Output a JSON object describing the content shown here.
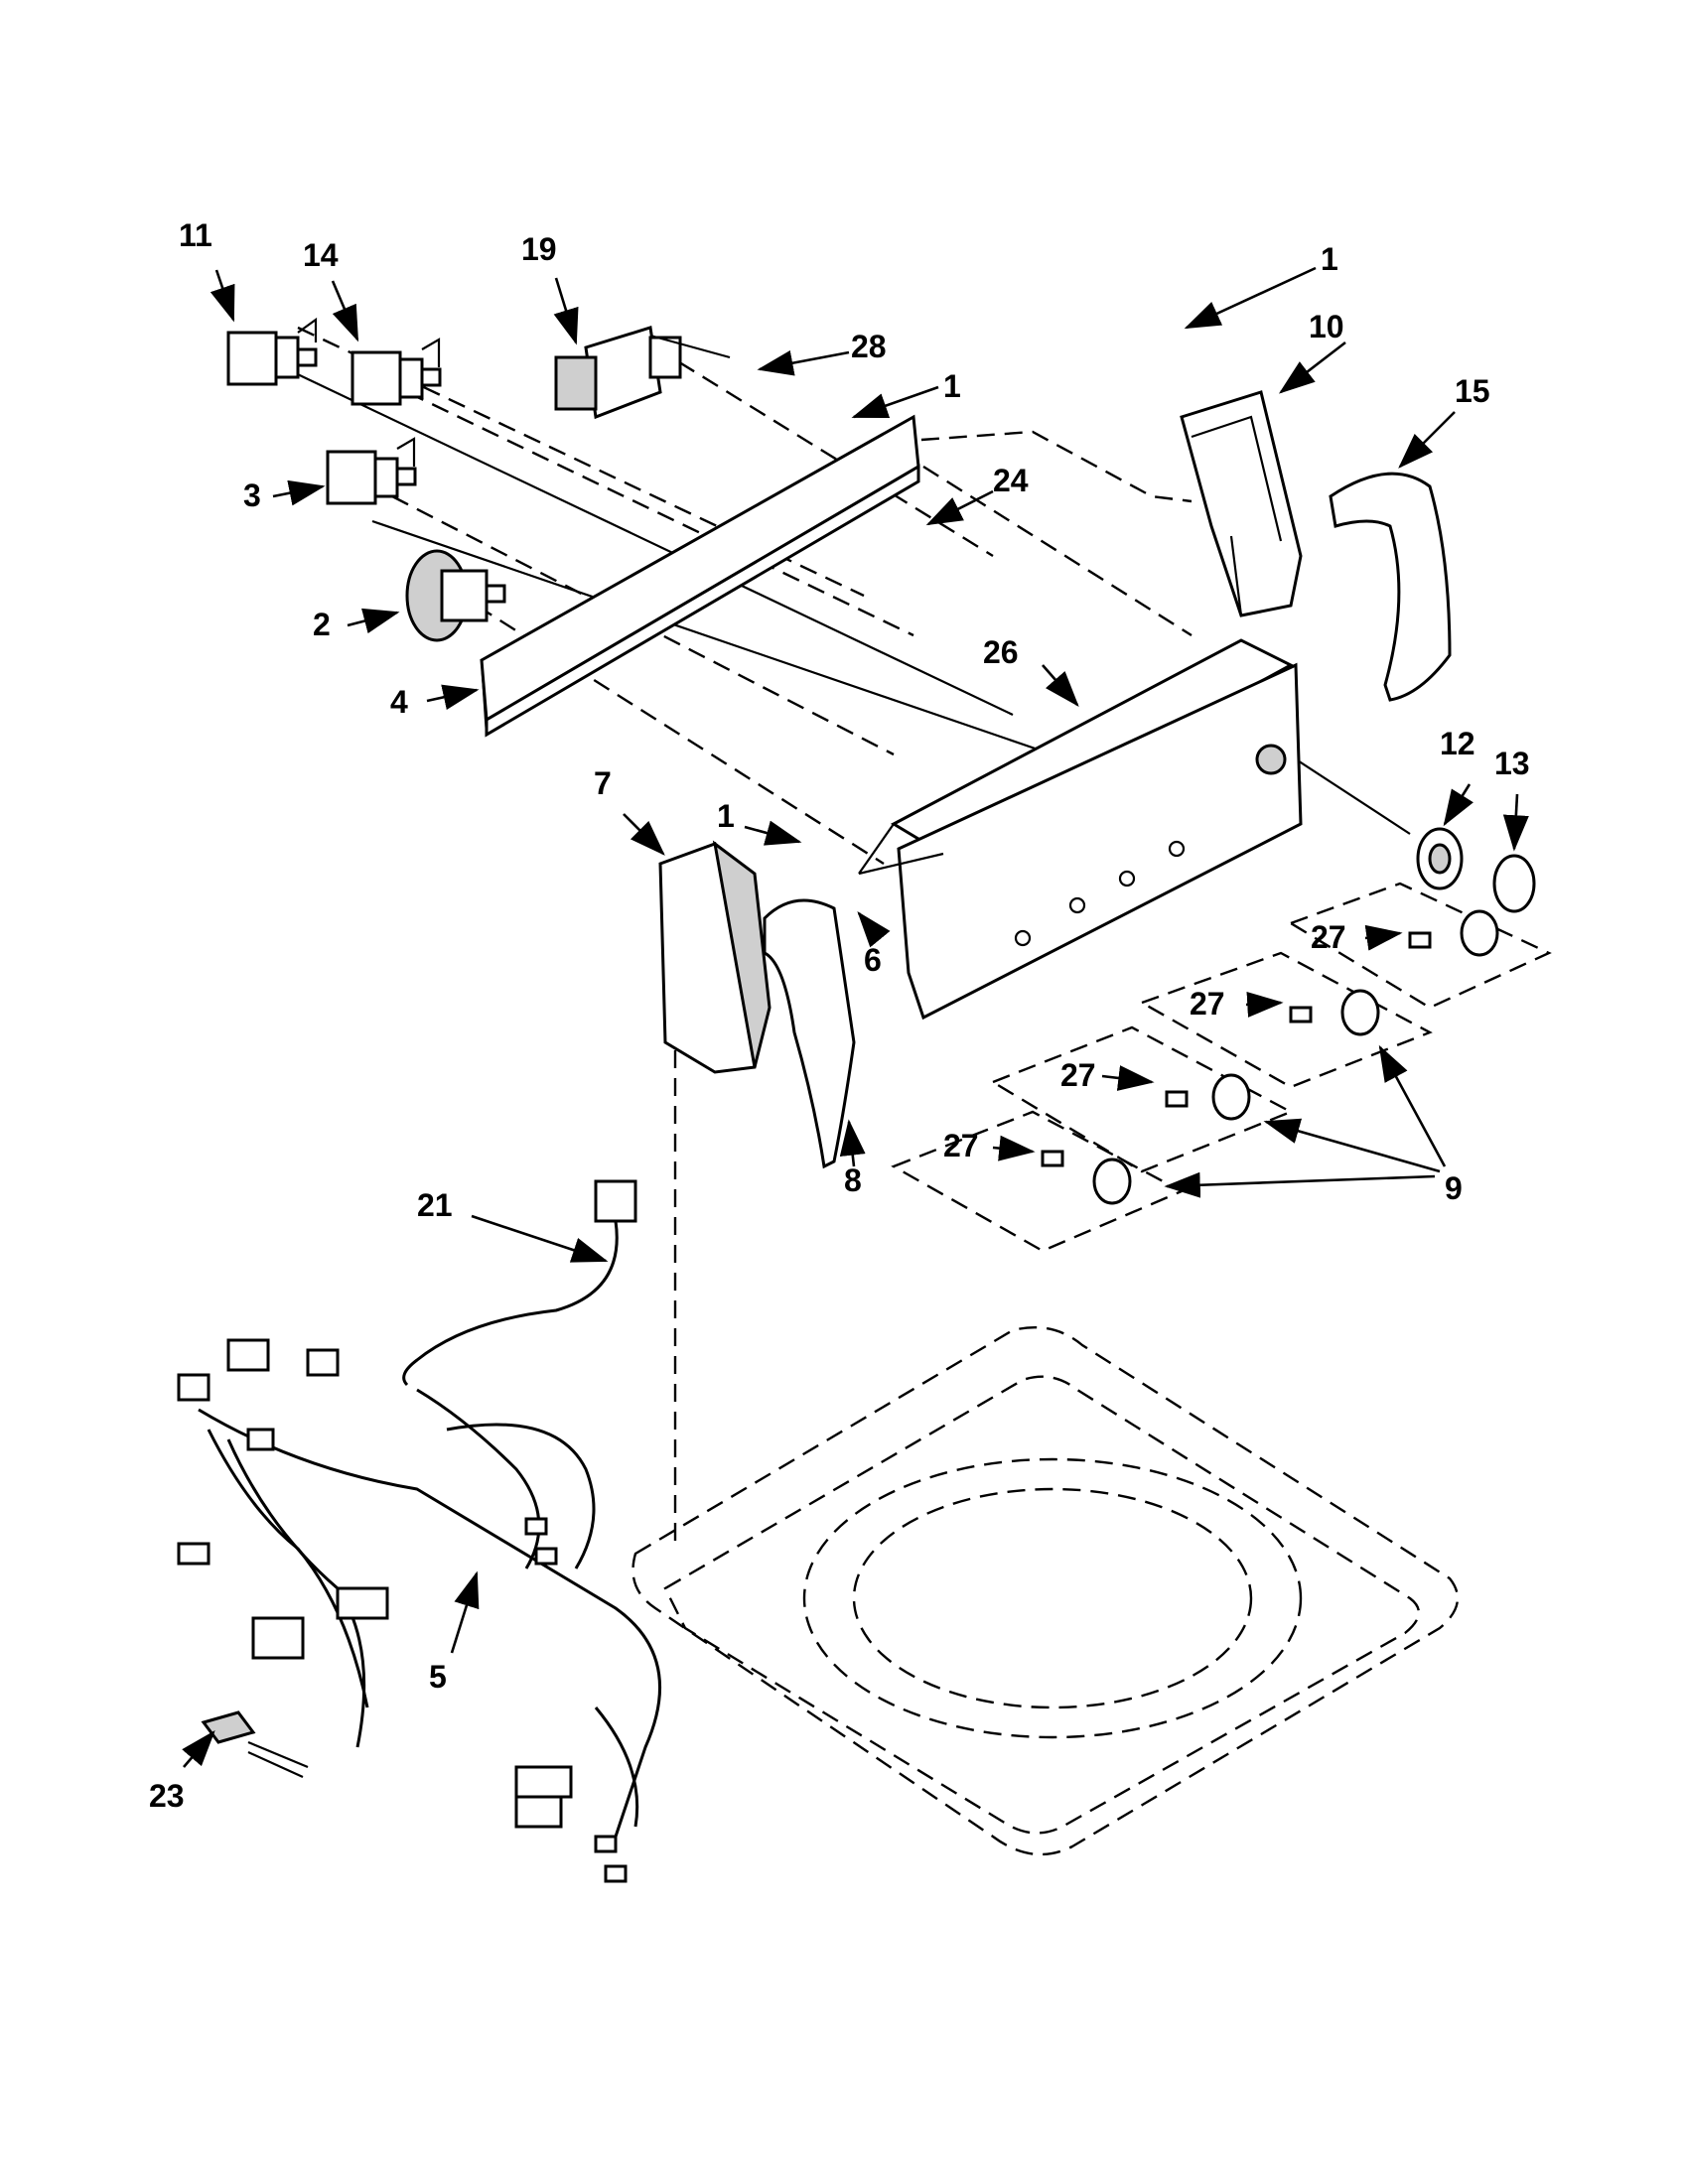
{
  "diagram": {
    "callouts": [
      {
        "id": "c11",
        "text": "11"
      },
      {
        "id": "c14",
        "text": "14"
      },
      {
        "id": "c19",
        "text": "19"
      },
      {
        "id": "c28",
        "text": "28"
      },
      {
        "id": "c1a",
        "text": "1"
      },
      {
        "id": "c1b",
        "text": "1"
      },
      {
        "id": "c10",
        "text": "10"
      },
      {
        "id": "c15",
        "text": "15"
      },
      {
        "id": "c3",
        "text": "3"
      },
      {
        "id": "c24",
        "text": "24"
      },
      {
        "id": "c2",
        "text": "2"
      },
      {
        "id": "c26",
        "text": "26"
      },
      {
        "id": "c4",
        "text": "4"
      },
      {
        "id": "c12",
        "text": "12"
      },
      {
        "id": "c13",
        "text": "13"
      },
      {
        "id": "c7",
        "text": "7"
      },
      {
        "id": "c1c",
        "text": "1"
      },
      {
        "id": "c6",
        "text": "6"
      },
      {
        "id": "c27a",
        "text": "27"
      },
      {
        "id": "c27b",
        "text": "27"
      },
      {
        "id": "c27c",
        "text": "27"
      },
      {
        "id": "c27d",
        "text": "27"
      },
      {
        "id": "c8",
        "text": "8"
      },
      {
        "id": "c9",
        "text": "9"
      },
      {
        "id": "c21",
        "text": "21"
      },
      {
        "id": "c5",
        "text": "5"
      },
      {
        "id": "c23",
        "text": "23"
      }
    ]
  }
}
